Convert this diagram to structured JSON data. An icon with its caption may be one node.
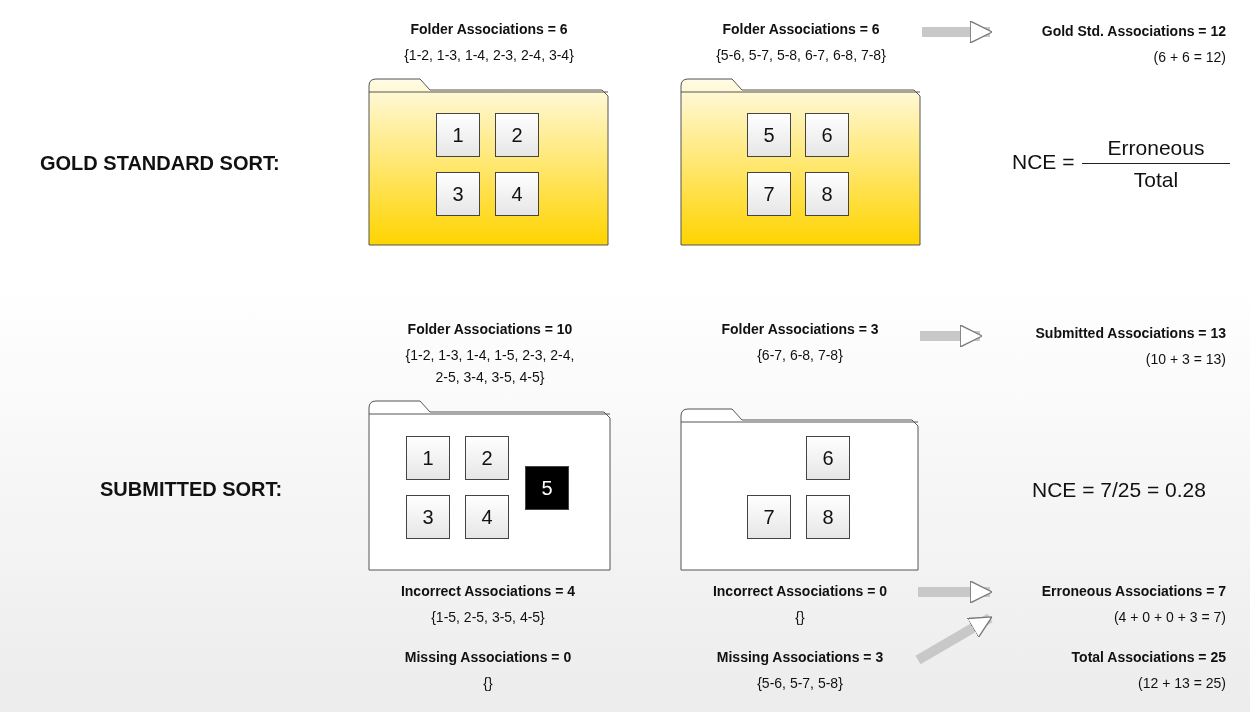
{
  "diagram": {
    "nodes": [
      {
        "text": [
          "Folder Associations = 6",
          "{1-2, 1-3, 1-4, 2-3, 2-4, 3-4}"
        ]
      },
      {
        "text": [
          "1"
        ],
        "in": 0
      },
      {
        "text": [
          "2"
        ],
        "in": 0
      },
      {
        "text": [
          "3"
        ],
        "in": 0
      },
      {
        "text": [
          "4"
        ],
        "in": 0
      },
      {
        "text": [
          "Folder Associations = 6",
          "{5-6, 5-7, 5-8, 6-7, 6-8, 7-8}"
        ]
      },
      {
        "text": [
          "5"
        ],
        "in": 5
      },
      {
        "text": [
          "6"
        ],
        "in": 5
      },
      {
        "text": [
          "7"
        ],
        "in": 5
      },
      {
        "text": [
          "8"
        ],
        "in": 5
      },
      {
        "text": [
          "Gold Std. Associations = 12",
          "(6 + 6 = 12)"
        ]
      },
      {
        "text": [
          "Folder Associations = 10",
          "{1-2, 1-3, 1-4, 1-5, 2-3, 2-4, 2-5, 3-4, 3-5, 4-5}"
        ]
      },
      {
        "text": [
          "1"
        ],
        "in": 11
      },
      {
        "text": [
          "2"
        ],
        "in": 11
      },
      {
        "text": [
          "3"
        ],
        "in": 11
      },
      {
        "text": [
          "4"
        ],
        "in": 11
      },
      {
        "text": [
          "5"
        ],
        "in": 11
      },
      {
        "text": [
          "Folder Associations = 3",
          "{6-7, 6-8, 7-8}"
        ]
      },
      {
        "text": [
          "6"
        ],
        "in": 17
      },
      {
        "text": [
          "7"
        ],
        "in": 17
      },
      {
        "text": [
          "8"
        ],
        "in": 17
      },
      {
        "text": [
          "Submitted Associations = 13",
          "(10 + 3 = 13)"
        ]
      },
      {
        "text": [
          "Incorrect Associations = 4",
          "{1-5, 2-5, 3-5, 4-5}"
        ]
      },
      {
        "text": [
          "Missing Associations = 0",
          "{}"
        ]
      },
      {
        "text": [
          "Incorrect Associations = 0",
          "{}"
        ]
      },
      {
        "text": [
          "Missing Associations = 3",
          "{5-6, 5-7, 5-8}"
        ]
      },
      {
        "text": [
          "Erroneous Associations = 7",
          "(4 + 0 + 0 + 3 = 7)"
        ]
      },
      {
        "text": [
          "Total Associations = 25",
          "(12 + 13 = 25)"
        ]
      }
    ],
    "edges": [
      {
        "from": 5,
        "to": 10,
        "arrow": "to"
      },
      {
        "from": 17,
        "to": 21,
        "arrow": "to"
      },
      {
        "from": 24,
        "to": 26,
        "arrow": "to"
      },
      {
        "from": 25,
        "to": 26,
        "arrow": "to"
      }
    ],
    "labels": [
      "GOLD STANDARD SORT:",
      "NCE =",
      "Erroneous",
      "Total",
      "SUBMITTED SORT:",
      "NCE = 7/25 = 0.28"
    ]
  }
}
